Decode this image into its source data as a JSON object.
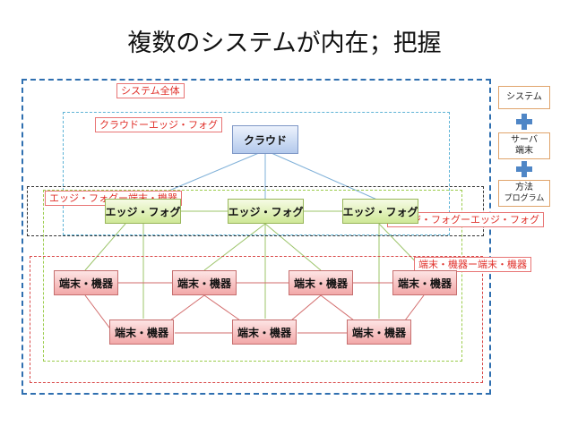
{
  "title": "複数のシステムが内在；把握",
  "regions": {
    "system_all": "システム全体",
    "cloud_edge_fog": "クラウドーエッジ・フォグ",
    "fog_terminal": "エッジ・フォグー端末・機器",
    "fog_fog": "エッジ・フォグーエッジ・フォグ",
    "terminal_terminal": "端末・機器ー端末・機器"
  },
  "nodes": {
    "cloud": "クラウド",
    "edge_fog": [
      "エッジ・フォグ",
      "エッジ・フォグ",
      "エッジ・フォグ"
    ],
    "devices": [
      "端末・機器",
      "端末・機器",
      "端末・機器",
      "端末・機器",
      "端末・機器",
      "端末・機器",
      "端末・機器"
    ]
  },
  "legend": {
    "level1": "システム",
    "level2_a": "サーバ",
    "level2_b": "端末",
    "level3_a": "方法",
    "level3_b": "プログラム"
  },
  "colors": {
    "system_border": "#2f6fb0",
    "cloud_edge_border": "#5fb4d6",
    "fog_terminal_border": "#333333",
    "fog_fog_border": "#9bcc4c",
    "terminal_border": "#d94a4a",
    "link_blue": "#7fb0d8",
    "link_green": "#9cc46a",
    "link_red": "#d26b6b"
  }
}
